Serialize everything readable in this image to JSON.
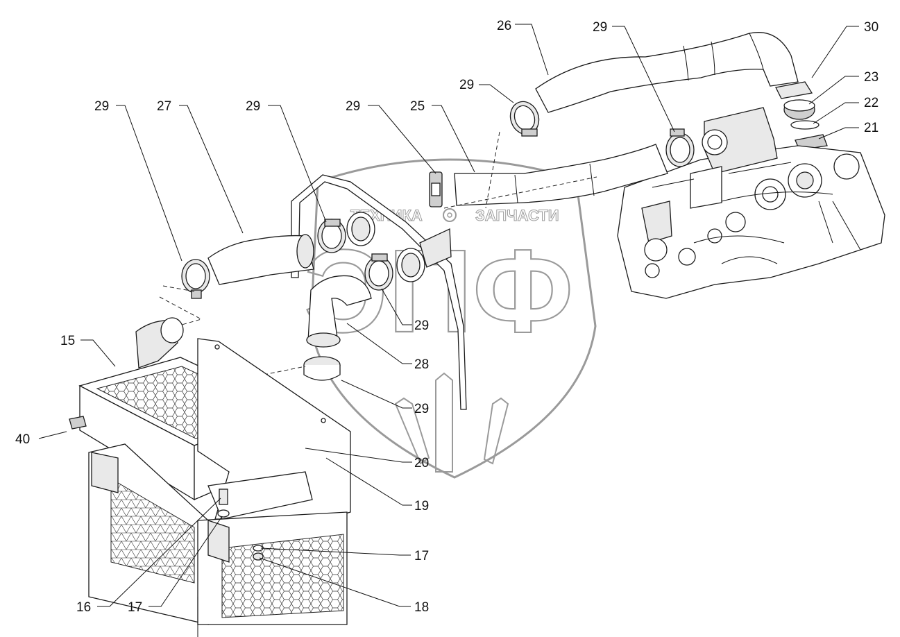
{
  "watermark": {
    "left_text": "ТЕХНИКА",
    "right_text": "ЗАПЧАСТИ",
    "big_text": "ЭПФ",
    "gear_icon": "gear-icon"
  },
  "callouts": [
    {
      "id": "c26",
      "label": "26"
    },
    {
      "id": "c29a",
      "label": "29"
    },
    {
      "id": "c30",
      "label": "30"
    },
    {
      "id": "c23",
      "label": "23"
    },
    {
      "id": "c22",
      "label": "22"
    },
    {
      "id": "c21",
      "label": "21"
    },
    {
      "id": "c29b",
      "label": "29"
    },
    {
      "id": "c29c",
      "label": "29"
    },
    {
      "id": "c27",
      "label": "27"
    },
    {
      "id": "c29d",
      "label": "29"
    },
    {
      "id": "c29e",
      "label": "29"
    },
    {
      "id": "c25",
      "label": "25"
    },
    {
      "id": "c29f",
      "label": "29"
    },
    {
      "id": "c28",
      "label": "28"
    },
    {
      "id": "c15",
      "label": "15"
    },
    {
      "id": "c29g",
      "label": "29"
    },
    {
      "id": "c40",
      "label": "40"
    },
    {
      "id": "c20",
      "label": "20"
    },
    {
      "id": "c19",
      "label": "19"
    },
    {
      "id": "c17a",
      "label": "17"
    },
    {
      "id": "c16",
      "label": "16"
    },
    {
      "id": "c17b",
      "label": "17"
    },
    {
      "id": "c18",
      "label": "18"
    }
  ]
}
